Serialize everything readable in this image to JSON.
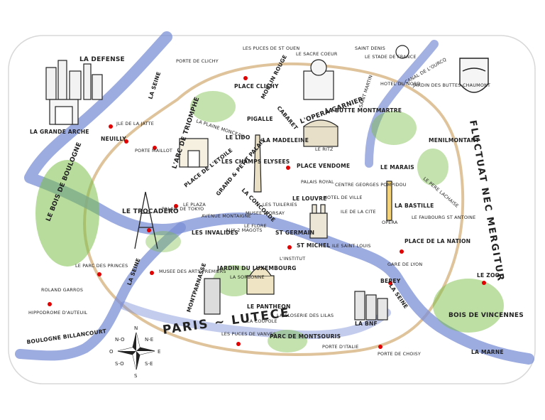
{
  "map": {
    "title": "PARIS ~ LUTECE",
    "motto": "FLUCTUAT NEC MERGITUR",
    "colors": {
      "frame": "#ffffff",
      "paper": "#ffffff",
      "river": "#7b8fd6",
      "ring_road": "#d9b88a",
      "park": "#7cbf4a",
      "marker": "#e00000",
      "ink": "#222222"
    },
    "places": [
      {
        "id": "la-defense",
        "text": "LA DEFENSE"
      },
      {
        "id": "la-grande-arche",
        "text": "LA GRANDE ARCHE"
      },
      {
        "id": "jle-de-la-jatte",
        "text": "JLE DE LA JATTE"
      },
      {
        "id": "neuilly",
        "text": "NEUILLY"
      },
      {
        "id": "la-seine-nw",
        "text": "LA SEINE"
      },
      {
        "id": "porte-de-clichy",
        "text": "PORTE DE CLICHY"
      },
      {
        "id": "les-puces-st-ouen",
        "text": "LES PUCES DE ST OUEN"
      },
      {
        "id": "le-sacre-coeur",
        "text": "LE SACRE COEUR"
      },
      {
        "id": "saint-denis",
        "text": "SAINT DENIS"
      },
      {
        "id": "le-stade-de-france",
        "text": "LE STADE DE FRANCE"
      },
      {
        "id": "canal-de-lourcq",
        "text": "CANAL DE L'OURCQ"
      },
      {
        "id": "la-plaine-monceau",
        "text": "LA PLAINE MONCEAU"
      },
      {
        "id": "place-clichy",
        "text": "PLACE CLICHY"
      },
      {
        "id": "moulin-rouge",
        "text": "MOULIN ROUGE"
      },
      {
        "id": "cabaret",
        "text": "CABARET"
      },
      {
        "id": "la-butte-montmartre",
        "text": "LA BUTTE MONTMARTRE"
      },
      {
        "id": "saint-martin",
        "text": "SAINT MARTIN"
      },
      {
        "id": "hotel-du-nord",
        "text": "HOTEL DU NORD"
      },
      {
        "id": "jardin-buttes-chaumont",
        "text": "JARDIN DES BUTTES-CHAUMONT"
      },
      {
        "id": "pigalle",
        "text": "PIGALLE"
      },
      {
        "id": "lopera-garnier",
        "text": "L'OPERA GARNIER"
      },
      {
        "id": "porte-maillot",
        "text": "PORTE MAILLOT"
      },
      {
        "id": "larc-de-triomphe",
        "text": "L'ARC DE TRIOMPHE"
      },
      {
        "id": "place-de-letoile",
        "text": "PLACE DE L'ETOILE"
      },
      {
        "id": "le-lido",
        "text": "LE LIDO"
      },
      {
        "id": "les-champs-elysees",
        "text": "LES CHAMPS ELYSEES"
      },
      {
        "id": "la-madeleine",
        "text": "LA MADELEINE"
      },
      {
        "id": "le-ritz",
        "text": "LE RITZ"
      },
      {
        "id": "place-vendome",
        "text": "PLACE VENDOME"
      },
      {
        "id": "palais-royal",
        "text": "PALAIS ROYAL"
      },
      {
        "id": "centre-georges-pompidou",
        "text": "CENTRE GEORGES POMPIDOU"
      },
      {
        "id": "le-marais",
        "text": "LE MARAIS"
      },
      {
        "id": "menilmontant",
        "text": "MENILMONTANT"
      },
      {
        "id": "le-pere-lachaise",
        "text": "LE PERE LACHAISE"
      },
      {
        "id": "le-bois-de-boulogne",
        "text": "LE BOIS DE BOULOGNE"
      },
      {
        "id": "la-concorde",
        "text": "LA CONCORDE"
      },
      {
        "id": "grand-petit-palais",
        "text": "GRAND & PETIT PALAIS"
      },
      {
        "id": "le-plaza",
        "text": "LE PLAZA"
      },
      {
        "id": "le-louvre",
        "text": "LE LOUVRE"
      },
      {
        "id": "les-tuileries",
        "text": "LES TUILERIES"
      },
      {
        "id": "hotel-de-ville",
        "text": "HOTEL DE VILLE"
      },
      {
        "id": "la-bastille",
        "text": "LA BASTILLE"
      },
      {
        "id": "le-faubourg-st-antoine",
        "text": "LE FAUBOURG ST ANTOINE"
      },
      {
        "id": "le-trocadero",
        "text": "LE TROCADERO"
      },
      {
        "id": "palais-de-tokyo",
        "text": "PALAIS DE TOKYO"
      },
      {
        "id": "avenue-montaigne",
        "text": "AVENUE MONTAIGNE"
      },
      {
        "id": "musee-dorsay",
        "text": "MUSEE D'ORSAY"
      },
      {
        "id": "ile-de-la-cite",
        "text": "ILE DE LA CITE"
      },
      {
        "id": "opera-bastille",
        "text": "OPERA"
      },
      {
        "id": "les-invalides",
        "text": "LES INVALIDES"
      },
      {
        "id": "aux-2-magots",
        "text": "AUX 2 MAGOTS"
      },
      {
        "id": "le-flore",
        "text": "LE FLORE"
      },
      {
        "id": "st-germain",
        "text": "ST GERMAIN"
      },
      {
        "id": "st-michel",
        "text": "ST MICHEL"
      },
      {
        "id": "ile-saint-louis",
        "text": "ILE SAINT LOUIS"
      },
      {
        "id": "place-de-la-nation",
        "text": "PLACE DE LA NATION"
      },
      {
        "id": "gare-de-lyon",
        "text": "GARE DE LYON"
      },
      {
        "id": "berey",
        "text": "BEREY"
      },
      {
        "id": "le-parc-des-princes",
        "text": "LE PARC DES PRINCES"
      },
      {
        "id": "roland-garros",
        "text": "ROLAND GARROS"
      },
      {
        "id": "hippodrome-dauteuil",
        "text": "HIPPODROME D'AUTEUIL"
      },
      {
        "id": "la-seine-w",
        "text": "LA SEINE"
      },
      {
        "id": "musee-arts-premiers",
        "text": "MUSEE DES ARTS PREMIERS"
      },
      {
        "id": "jardin-du-luxembourg",
        "text": "JARDIN DU LUXEMBOURG"
      },
      {
        "id": "linstitut",
        "text": "L'INSTITUT"
      },
      {
        "id": "la-sorbonne",
        "text": "LA SORBONNE"
      },
      {
        "id": "le-pantheon",
        "text": "LE PANTHEON"
      },
      {
        "id": "montparnasse",
        "text": "MONTPARNASSE"
      },
      {
        "id": "la-closerie-des-lilas",
        "text": "LA CLOSERIE DES LILAS"
      },
      {
        "id": "la-coupole",
        "text": "LA COUPOLE"
      },
      {
        "id": "la-bnf",
        "text": "LA BNF"
      },
      {
        "id": "la-seine-se",
        "text": "LA SEINE"
      },
      {
        "id": "le-zoo",
        "text": "LE ZOO"
      },
      {
        "id": "bois-de-vincennes",
        "text": "BOIS DE VINCENNES"
      },
      {
        "id": "boulogne-billancourt",
        "text": "BOULOGNE BILLANCOURT"
      },
      {
        "id": "les-puces-de-vanves",
        "text": "LES PUCES DE VANVES"
      },
      {
        "id": "parc-de-montsouris",
        "text": "PARC DE MONTSOURIS"
      },
      {
        "id": "porte-ditalie",
        "text": "PORTE D'ITALIE"
      },
      {
        "id": "porte-de-choisy",
        "text": "PORTE DE CHOISY"
      },
      {
        "id": "la-marne",
        "text": "LA MARNE"
      }
    ],
    "compass": {
      "n": "N",
      "s": "S",
      "e": "E",
      "w": "O",
      "ne": "N-E",
      "no": "N-O",
      "se": "S-E",
      "so": "S-O"
    }
  }
}
